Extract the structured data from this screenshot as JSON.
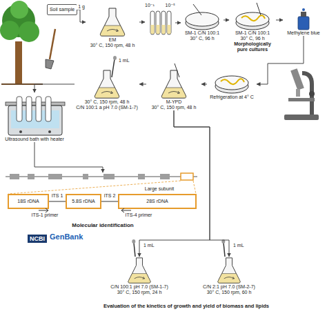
{
  "diagram": {
    "nodes": [
      {
        "text": [
          "Soil sample"
        ]
      },
      {
        "text": [
          "EM",
          "30° C, 150 rpm, 48 h"
        ]
      },
      {
        "text": [
          "10⁻¹",
          "10⁻⁵"
        ]
      },
      {
        "text": [
          "SM-1 C/N 100:1",
          "30° C, 96 h"
        ]
      },
      {
        "text": [
          "SM-1 C/N 100:1",
          "30° C, 96 h",
          "Morphologically pure cultures"
        ]
      },
      {
        "text": [
          "Methylene blue"
        ]
      },
      {
        "text": [
          "Refrigeration at 4° C"
        ]
      },
      {
        "text": [
          "M-YPD",
          "30° C, 150 rpm, 48 h"
        ]
      },
      {
        "text": [
          "30° C, 150 rpm, 48 h",
          "C/N 100:1 a pH 7.0 (SM-1-7)"
        ]
      },
      {
        "text": [
          "Ultrasound bath with heater"
        ]
      },
      {
        "text": [
          "Molecular identification"
        ]
      },
      {
        "text": [
          "C/N 100:1 pH 7.0 (SM-1-7)",
          "30° C, 150 rpm, 24 h"
        ]
      },
      {
        "text": [
          "C/N 2:1 pH 7.0 (SM-2-7)",
          "30° C, 150 rpm, 60 h"
        ]
      }
    ],
    "edges": [
      {
        "from": 0,
        "to": 1,
        "label": "1 g",
        "arrow": "to"
      },
      {
        "from": 1,
        "to": 2,
        "arrow": "to"
      },
      {
        "from": 2,
        "to": 3,
        "arrow": "to"
      },
      {
        "from": 3,
        "to": 4,
        "arrow": "to"
      },
      {
        "from": 4,
        "to": 5,
        "arrow": "to"
      },
      {
        "from": 5,
        "to": 6,
        "arrow": "to"
      },
      {
        "from": 6,
        "to": 7,
        "arrow": "to"
      },
      {
        "from": 7,
        "to": 8,
        "arrow": "to"
      },
      {
        "from": 8,
        "to": 9,
        "arrow": "to"
      },
      {
        "from": 9,
        "to": 10,
        "arrow": "to"
      },
      {
        "from": 7,
        "to": 11,
        "arrow": "to"
      },
      {
        "from": 7,
        "to": 12,
        "arrow": "to"
      }
    ],
    "labels": [
      "1 mL",
      "Large subunit",
      "18S rDNA",
      "ITS 1",
      "5.8S rDNA",
      "ITS 2",
      "28S rDNA",
      "ITS-1 primer",
      "ITS-4 primer",
      "NCBI",
      "GenBank",
      "1 mL",
      "1 mL",
      "Evaluation of the kinetics of growth and yield of biomass and lipids"
    ]
  }
}
